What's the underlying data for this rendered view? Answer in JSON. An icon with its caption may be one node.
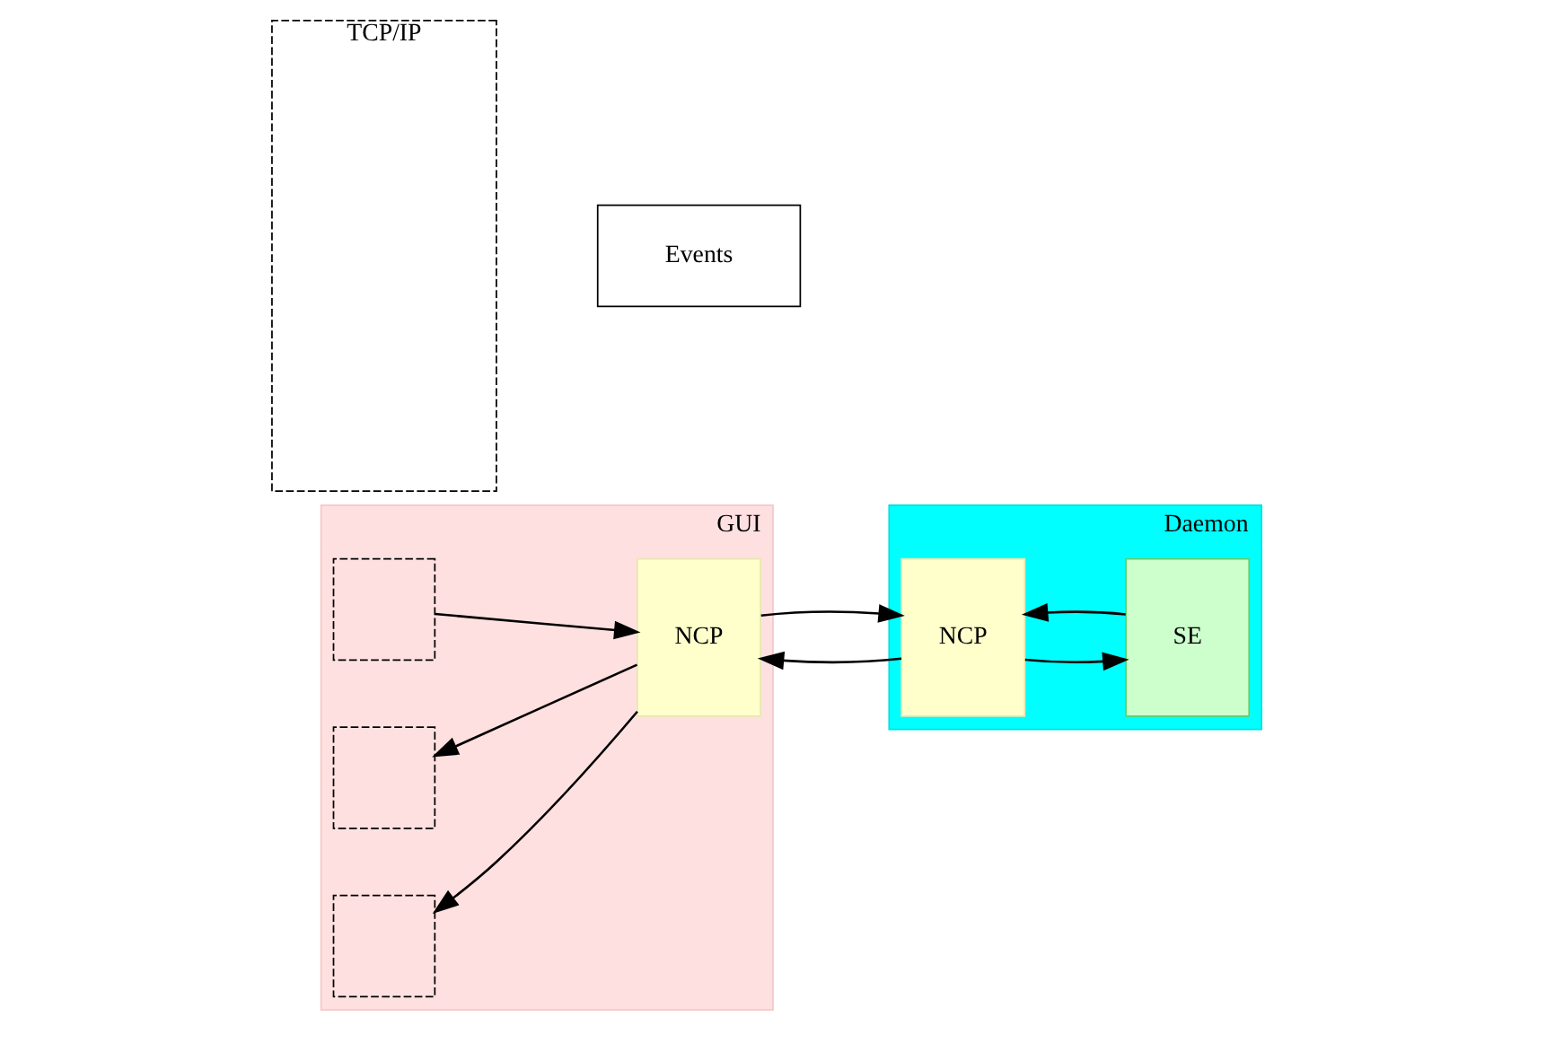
{
  "diagram": {
    "nodes": [
      {
        "text": [
          "GUI"
        ]
      },
      {
        "text": [],
        "shape": "box",
        "in": 0
      },
      {
        "text": [],
        "shape": "box",
        "in": 0
      },
      {
        "text": [],
        "shape": "box",
        "in": 0
      },
      {
        "text": [
          "NCP"
        ],
        "in": 0
      },
      {
        "text": [
          "TCP/IP"
        ]
      },
      {
        "text": [
          "Daemon"
        ]
      },
      {
        "text": [
          "NCP"
        ],
        "in": 6
      },
      {
        "text": [
          "SE"
        ],
        "in": 6
      }
    ],
    "edges": [
      {
        "from": 1,
        "to": 4,
        "arrow": "to"
      },
      {
        "from": 4,
        "to": 2,
        "arrow": "to"
      },
      {
        "from": 4,
        "to": 3,
        "arrow": "to"
      },
      {
        "from": 4,
        "to": 7,
        "arrow": "to"
      },
      {
        "from": 7,
        "to": 4,
        "arrow": "to"
      },
      {
        "from": 7,
        "to": 8,
        "arrow": "to"
      },
      {
        "from": 8,
        "to": 7,
        "arrow": "to"
      }
    ],
    "legend": [
      {
        "text": "Events"
      }
    ]
  }
}
